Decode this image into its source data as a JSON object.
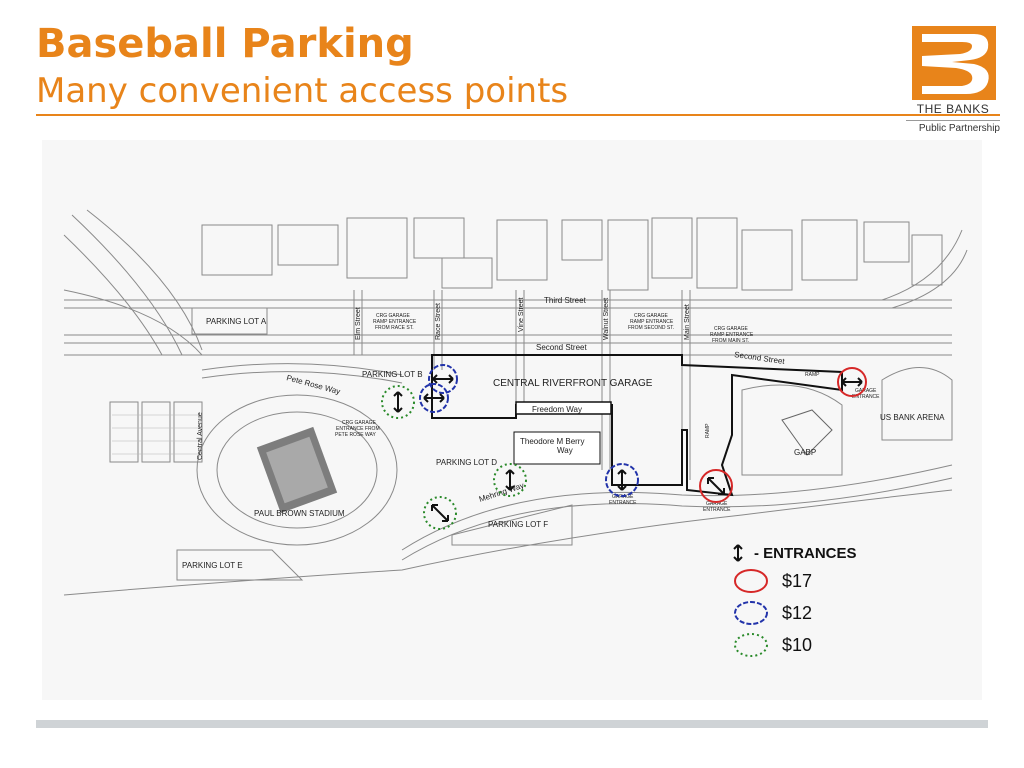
{
  "slide": {
    "title": "Baseball Parking",
    "subtitle": "Many convenient access points"
  },
  "logo": {
    "name": "THE BANKS",
    "tagline": "Public Partnership",
    "color": "#e8841a"
  },
  "colors": {
    "accent": "#e8841a",
    "price_17": "#d62828",
    "price_12": "#2233aa",
    "price_10": "#2a8a2a"
  },
  "map": {
    "streets": {
      "elm": "Elm Street",
      "race": "Race Street",
      "vine": "Vine Street",
      "walnut": "Walnut Street",
      "main": "Main Street",
      "third": "Third Street",
      "second_center": "Second Street",
      "second_right": "Second Street",
      "pete_rose": "Pete Rose Way",
      "central_ave": "Central Avenue",
      "freedom": "Freedom Way",
      "berry": "Theodore M Berry",
      "berry2": "Way",
      "mehring": "Mehring Way"
    },
    "lots": {
      "lot_a": "PARKING LOT A",
      "lot_b": "PARKING LOT B",
      "lot_d": "PARKING LOT D",
      "lot_e": "PARKING LOT E",
      "lot_f": "PARKING LOT F"
    },
    "venues": {
      "garage": "CENTRAL RIVERFRONT GARAGE",
      "stadium": "PAUL BROWN STADIUM",
      "arena": "US BANK ARENA",
      "gabp": "GABP"
    },
    "notes": {
      "race_ramp": [
        "CRG GARAGE",
        "RAMP ENTRANCE",
        "FROM RACE ST."
      ],
      "second_ramp": [
        "CRG GARAGE",
        "RAMP ENTRANCE",
        "FROM SECOND ST."
      ],
      "main_ramp": [
        "CRG GARAGE",
        "RAMP ENTRANCE",
        "FROM MAIN ST."
      ],
      "pete_rose_entrance": [
        "CRG GARAGE",
        "ENTRANCE FROM",
        "PETE ROSE WAY"
      ],
      "garage_entrance": [
        "GARAGE",
        "ENTRANCE"
      ],
      "ramp": "RAMP"
    }
  },
  "legend": {
    "title": "- ENTRANCES",
    "items": [
      {
        "price": "$17",
        "color": "#d62828",
        "style": "solid"
      },
      {
        "price": "$12",
        "color": "#2233aa",
        "style": "dashed"
      },
      {
        "price": "$10",
        "color": "#2a8a2a",
        "style": "dotted"
      }
    ]
  }
}
